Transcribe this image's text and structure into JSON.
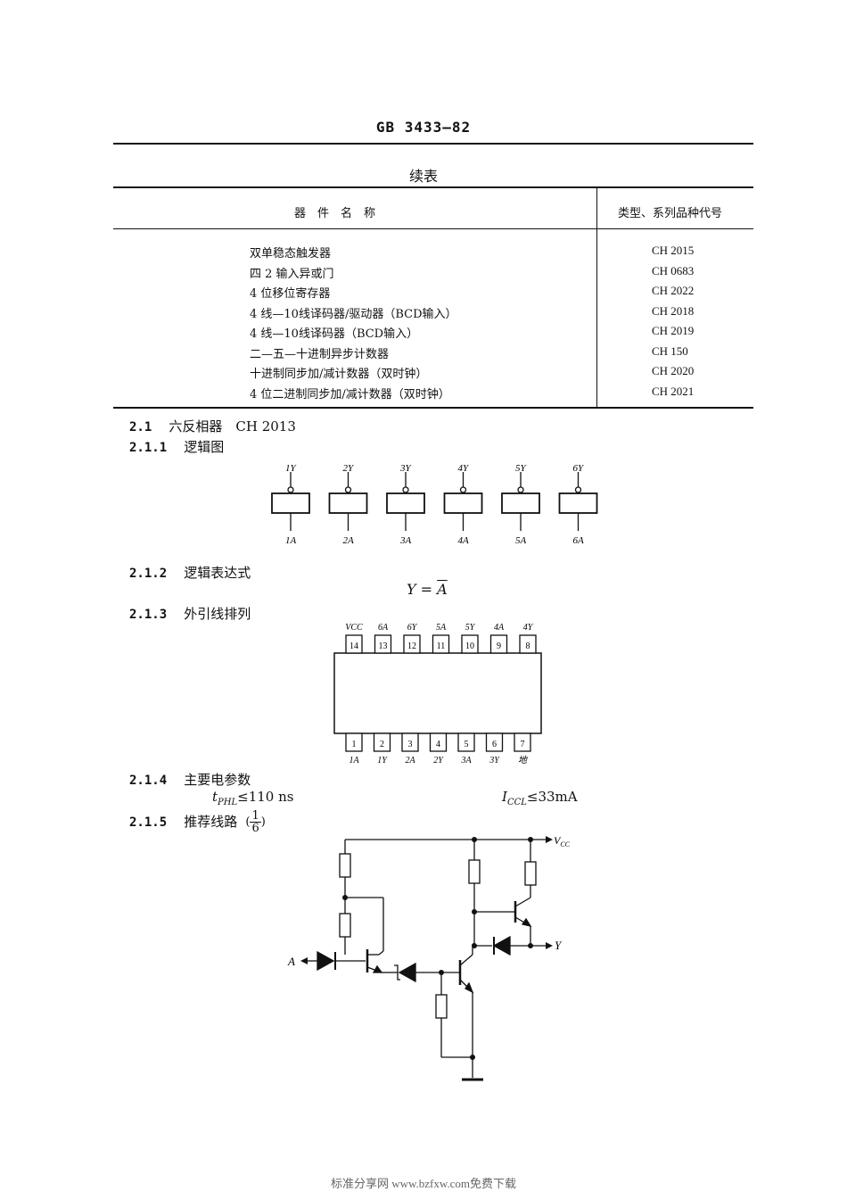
{
  "header": {
    "std_no": "GB 3433—82"
  },
  "table": {
    "caption": "续表",
    "col_name": "器　件　名　称",
    "col_code": "类型、系列品种代号",
    "rows": [
      {
        "name": "双单稳态触发器",
        "code": "CH 2015"
      },
      {
        "name": "四 2 输入异或门",
        "code": "CH 0683"
      },
      {
        "name": "4 位移位寄存器",
        "code": "CH 2022"
      },
      {
        "name": "4 线—10线译码器/驱动器（BCD输入）",
        "code": "CH 2018"
      },
      {
        "name": "4 线—10线译码器（BCD输入）",
        "code": "CH 2019"
      },
      {
        "name": "二—五—十进制异步计数器",
        "code": "CH 150"
      },
      {
        "name": "十进制同步加/减计数器（双时钟）",
        "code": "CH 2020"
      },
      {
        "name": "4 位二进制同步加/减计数器（双时钟）",
        "code": "CH 2021"
      }
    ]
  },
  "sections": {
    "s21": {
      "num": "2.1",
      "title": "六反相器　CH 2013"
    },
    "s211": {
      "num": "2.1.1",
      "title": "逻辑图"
    },
    "s212": {
      "num": "2.1.2",
      "title": "逻辑表达式"
    },
    "s213": {
      "num": "2.1.3",
      "title": "外引线排列"
    },
    "s214": {
      "num": "2.1.4",
      "title": "主要电参数"
    },
    "s215": {
      "num": "2.1.5",
      "title": "推荐线路"
    }
  },
  "logic": {
    "outputs": [
      "1Y",
      "2Y",
      "3Y",
      "4Y",
      "5Y",
      "6Y"
    ],
    "inputs": [
      "1A",
      "2A",
      "3A",
      "4A",
      "5A",
      "6A"
    ]
  },
  "expression": "Y = A",
  "pinout": {
    "top_labels": [
      "VCC",
      "6A",
      "6Y",
      "5A",
      "5Y",
      "4A",
      "4Y"
    ],
    "top_pins": [
      "14",
      "13",
      "12",
      "11",
      "10",
      "9",
      "8"
    ],
    "bottom_pins": [
      "1",
      "2",
      "3",
      "4",
      "5",
      "6",
      "7"
    ],
    "bottom_labels": [
      "1A",
      "1Y",
      "2A",
      "2Y",
      "3A",
      "3Y",
      "地"
    ]
  },
  "params": {
    "tphl_sym": "t",
    "tphl_sub": "PHL",
    "tphl_val": "≤110 ns",
    "iccl_sym": "I",
    "iccl_sub": "CCL",
    "iccl_val": "≤33mA"
  },
  "recommended": {
    "fraction_num": "1",
    "fraction_den": "6",
    "input_label": "A",
    "output_label": "Y",
    "vcc_label": "VCC"
  },
  "footer": "标准分享网  www.bzfxw.com免费下载"
}
